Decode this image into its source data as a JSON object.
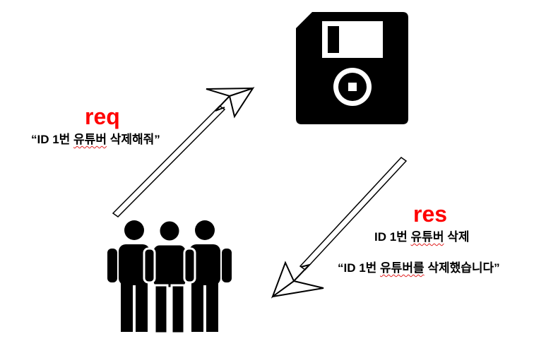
{
  "colors": {
    "accent": "#ff0000",
    "ink": "#000000",
    "spellcheck": "#e02020"
  },
  "icons": {
    "storage": "floppy-disk-icon",
    "clients": "people-group-icon",
    "send": "paper-plane-icon"
  },
  "request": {
    "title": "req",
    "quote_open": "“ID 1번 ",
    "quote_underlined": "유튜버",
    "quote_close": " 삭제해줘”"
  },
  "response": {
    "title": "res",
    "line_start": "ID 1번 ",
    "line_underlined": "유튜버",
    "line_end": " 삭제",
    "quote_open": "“ID 1번 ",
    "quote_underlined": "유튜버를",
    "quote_close": " 삭제했습니다”"
  }
}
